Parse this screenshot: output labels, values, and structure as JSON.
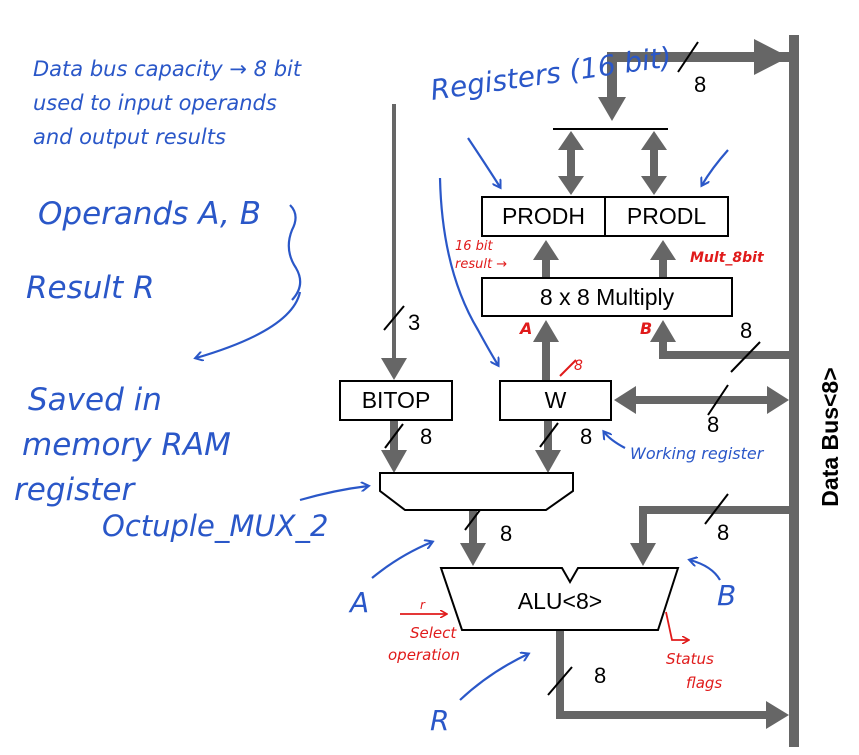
{
  "diagram": {
    "blocks": {
      "prodh": "PRODH",
      "prodl": "PRODL",
      "multiply": "8 x 8 Multiply",
      "bitop": "BITOP",
      "w": "W",
      "alu": "ALU<8>",
      "data_bus": "Data Bus<8>"
    },
    "bus_widths": {
      "top": "8",
      "multiply_in": "8",
      "bitop_in": "3",
      "w_bus": "8",
      "bitop_out": "8",
      "w_out": "8",
      "mux_out": "8",
      "alu_b_in": "8",
      "alu_out": "8"
    },
    "annotations": {
      "data_bus_note_1": "Data bus capacity → 8 bit",
      "data_bus_note_2": "used to input operands",
      "data_bus_note_3": "and output results",
      "operands": "Operands A, B",
      "result": "Result R",
      "saved_1": "Saved in",
      "saved_2": "memory RAM",
      "saved_3": "register",
      "mux": "Octuple_MUX_2",
      "registers": "Registers (16 bit)",
      "working_register": "Working register",
      "alu_a": "A",
      "alu_b": "B",
      "alu_r": "R",
      "mult_a": "A",
      "mult_b": "B",
      "w_in_width": "8",
      "result_16bit_1": "16 bit",
      "result_16bit_2": "result →",
      "mult_8bit": "Mult_8bit",
      "select_r": "r",
      "select_1": "Select",
      "select_2": "operation",
      "status_1": "Status",
      "status_2": "flags"
    },
    "colors": {
      "bus": "#666666",
      "ink_blue": "#2a57c8",
      "ink_red": "#e01b1b"
    }
  }
}
